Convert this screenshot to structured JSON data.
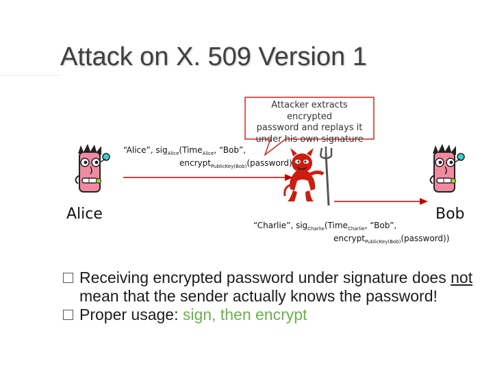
{
  "slide": {
    "title": "Attack on X. 509 Version 1"
  },
  "callout": {
    "line1": "Attacker extracts encrypted",
    "line2": "password and replays it",
    "line3": "under his own signature"
  },
  "alice_msg": {
    "part1": "“Alice”, sig",
    "sub1": "Alice",
    "part2": "(Time",
    "sub2": "Alice",
    "part3": ", “Bob”,",
    "line2_a": "encrypt",
    "line2_sub": "PublicKey(Bob)",
    "line2_b": "(password))"
  },
  "charlie_msg": {
    "part1": "“Charlie”, sig",
    "sub1": "Charlie",
    "part2": "(Time",
    "sub2": "Charlie",
    "part3": ", “Bob”,",
    "line2_a": "encrypt",
    "line2_sub": "PublicKey(Bob)",
    "line2_b": "(password))"
  },
  "names": {
    "alice": "Alice",
    "bob": "Bob"
  },
  "bullets": {
    "b1_part1": "Receiving encrypted password under signature does ",
    "b1_not": "not",
    "b1_part2": " mean that the sender actually knows the password!",
    "b2_part1": "Proper usage: ",
    "b2_green": "sign, then encrypt"
  },
  "colors": {
    "title": "#3f3f3f",
    "callout_border": "#d62020",
    "arrow": "#c00000",
    "devil": "#cc1e10",
    "green_text": "#6ab04c"
  },
  "icons": [
    "alice-face-icon",
    "bob-face-icon",
    "devil-attacker-icon"
  ]
}
